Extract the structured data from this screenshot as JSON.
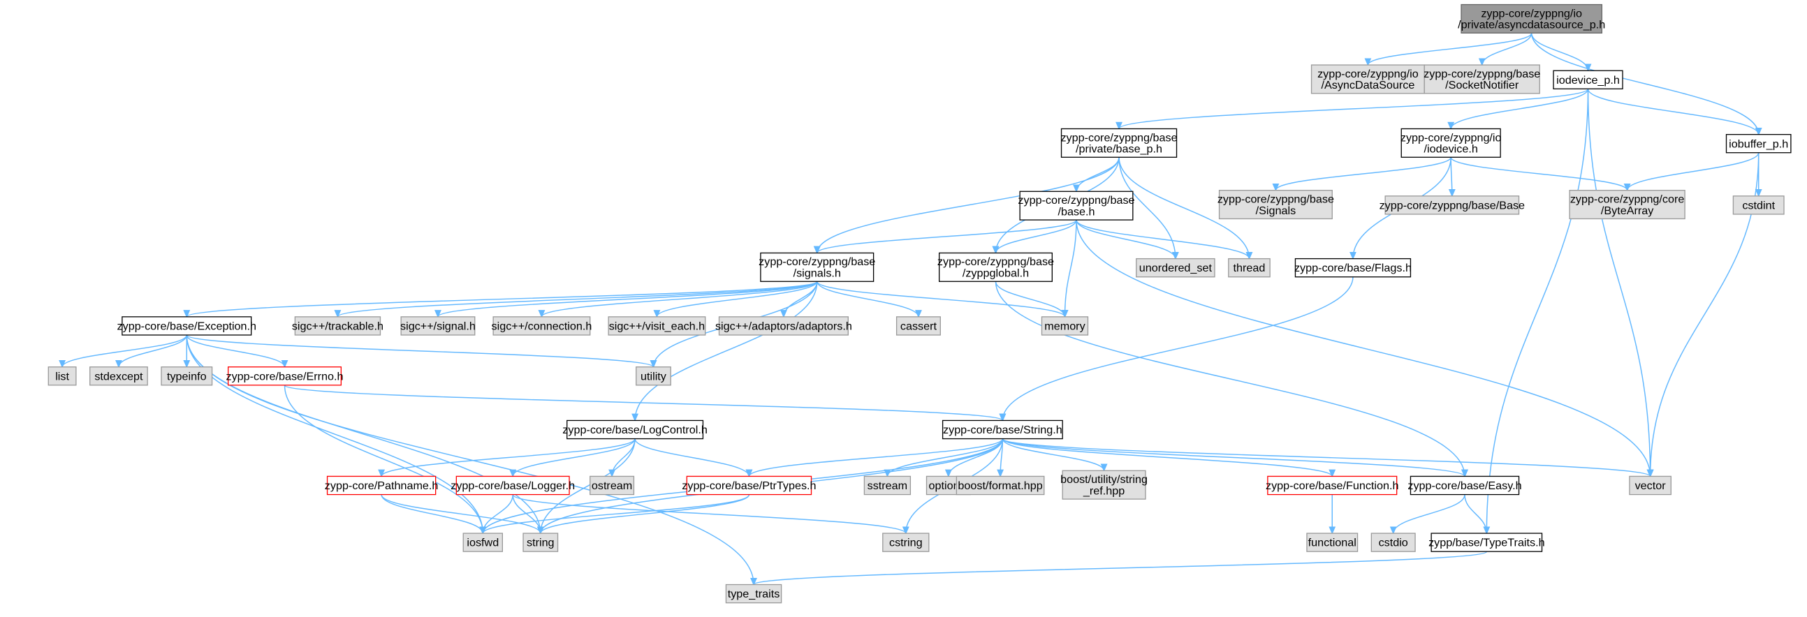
{
  "colors": {
    "edge": "#63b8ff",
    "root_fill": "#999999",
    "node_fill": "#ffffff",
    "external_fill": "#e0e0e0",
    "external_stroke": "#999999",
    "truncated_stroke": "#ff0000",
    "node_stroke": "#000000"
  },
  "nodes": [
    {
      "id": "root",
      "kind": "root",
      "lines": [
        "zypp-core/zyppng/io",
        "/private/asyncdatasource_p.h"
      ]
    },
    {
      "id": "asyncdatasource",
      "kind": "external",
      "lines": [
        "zypp-core/zyppng/io",
        "/AsyncDataSource"
      ]
    },
    {
      "id": "socketnotifier",
      "kind": "external",
      "lines": [
        "zypp-core/zyppng/base",
        "/SocketNotifier"
      ]
    },
    {
      "id": "iodevice_p",
      "kind": "node",
      "lines": [
        "iodevice_p.h"
      ]
    },
    {
      "id": "iobuffer_p",
      "kind": "node",
      "lines": [
        "iobuffer_p.h"
      ]
    },
    {
      "id": "base_p",
      "kind": "node",
      "lines": [
        "zypp-core/zyppng/base",
        "/private/base_p.h"
      ]
    },
    {
      "id": "iodevice",
      "kind": "node",
      "lines": [
        "zypp-core/zyppng/io",
        "/iodevice.h"
      ]
    },
    {
      "id": "bytearray",
      "kind": "external",
      "lines": [
        "zypp-core/zyppng/core",
        "/ByteArray"
      ]
    },
    {
      "id": "cstdint",
      "kind": "external",
      "lines": [
        "cstdint"
      ]
    },
    {
      "id": "base_h",
      "kind": "node",
      "lines": [
        "zypp-core/zyppng/base",
        "/base.h"
      ]
    },
    {
      "id": "signals_cap",
      "kind": "external",
      "lines": [
        "zypp-core/zyppng/base",
        "/Signals"
      ]
    },
    {
      "id": "base_cap",
      "kind": "external",
      "lines": [
        "zypp-core/zyppng/base/Base"
      ]
    },
    {
      "id": "signals_h",
      "kind": "node",
      "lines": [
        "zypp-core/zyppng/base",
        "/signals.h"
      ]
    },
    {
      "id": "zyppglobal",
      "kind": "node",
      "lines": [
        "zypp-core/zyppng/base",
        "/zyppglobal.h"
      ]
    },
    {
      "id": "unordered_set",
      "kind": "external",
      "lines": [
        "unordered_set"
      ]
    },
    {
      "id": "thread",
      "kind": "external",
      "lines": [
        "thread"
      ]
    },
    {
      "id": "flags",
      "kind": "node",
      "lines": [
        "zypp-core/base/Flags.h"
      ]
    },
    {
      "id": "exception",
      "kind": "node",
      "lines": [
        "zypp-core/base/Exception.h"
      ]
    },
    {
      "id": "trackable",
      "kind": "external",
      "lines": [
        "sigc++/trackable.h"
      ]
    },
    {
      "id": "signal",
      "kind": "external",
      "lines": [
        "sigc++/signal.h"
      ]
    },
    {
      "id": "connection",
      "kind": "external",
      "lines": [
        "sigc++/connection.h"
      ]
    },
    {
      "id": "visit_each",
      "kind": "external",
      "lines": [
        "sigc++/visit_each.h"
      ]
    },
    {
      "id": "adaptors",
      "kind": "external",
      "lines": [
        "sigc++/adaptors/adaptors.h"
      ]
    },
    {
      "id": "cassert",
      "kind": "external",
      "lines": [
        "cassert"
      ]
    },
    {
      "id": "memory",
      "kind": "external",
      "lines": [
        "memory"
      ]
    },
    {
      "id": "list",
      "kind": "external",
      "lines": [
        "list"
      ]
    },
    {
      "id": "stdexcept",
      "kind": "external",
      "lines": [
        "stdexcept"
      ]
    },
    {
      "id": "typeinfo",
      "kind": "external",
      "lines": [
        "typeinfo"
      ]
    },
    {
      "id": "errno",
      "kind": "truncated",
      "lines": [
        "zypp-core/base/Errno.h"
      ]
    },
    {
      "id": "utility",
      "kind": "external",
      "lines": [
        "utility"
      ]
    },
    {
      "id": "logcontrol",
      "kind": "node",
      "lines": [
        "zypp-core/base/LogControl.h"
      ]
    },
    {
      "id": "string_h",
      "kind": "node",
      "lines": [
        "zypp-core/base/String.h"
      ]
    },
    {
      "id": "pathname",
      "kind": "truncated",
      "lines": [
        "zypp-core/Pathname.h"
      ]
    },
    {
      "id": "logger",
      "kind": "truncated",
      "lines": [
        "zypp-core/base/Logger.h"
      ]
    },
    {
      "id": "ostream",
      "kind": "external",
      "lines": [
        "ostream"
      ]
    },
    {
      "id": "ptrtypes",
      "kind": "truncated",
      "lines": [
        "zypp-core/base/PtrTypes.h"
      ]
    },
    {
      "id": "sstream",
      "kind": "external",
      "lines": [
        "sstream"
      ]
    },
    {
      "id": "optional",
      "kind": "external",
      "lines": [
        "optional"
      ]
    },
    {
      "id": "boostformat",
      "kind": "external",
      "lines": [
        "boost/format.hpp"
      ]
    },
    {
      "id": "stringref",
      "kind": "external",
      "lines": [
        "boost/utility/string",
        "_ref.hpp"
      ]
    },
    {
      "id": "function",
      "kind": "truncated",
      "lines": [
        "zypp-core/base/Function.h"
      ]
    },
    {
      "id": "easy",
      "kind": "node",
      "lines": [
        "zypp-core/base/Easy.h"
      ]
    },
    {
      "id": "vector",
      "kind": "external",
      "lines": [
        "vector"
      ]
    },
    {
      "id": "iosfwd",
      "kind": "external",
      "lines": [
        "iosfwd"
      ]
    },
    {
      "id": "string",
      "kind": "external",
      "lines": [
        "string"
      ]
    },
    {
      "id": "cstring",
      "kind": "external",
      "lines": [
        "cstring"
      ]
    },
    {
      "id": "functional",
      "kind": "external",
      "lines": [
        "functional"
      ]
    },
    {
      "id": "cstdio",
      "kind": "external",
      "lines": [
        "cstdio"
      ]
    },
    {
      "id": "typetraits_h",
      "kind": "node",
      "lines": [
        "zypp/base/TypeTraits.h"
      ]
    },
    {
      "id": "type_traits",
      "kind": "external",
      "lines": [
        "type_traits"
      ]
    }
  ],
  "edges": [
    {
      "from": "root",
      "to": "asyncdatasource"
    },
    {
      "from": "root",
      "to": "socketnotifier"
    },
    {
      "from": "root",
      "to": "iodevice_p"
    },
    {
      "from": "root",
      "to": "iobuffer_p"
    },
    {
      "from": "iodevice_p",
      "to": "base_p"
    },
    {
      "from": "iodevice_p",
      "to": "iodevice"
    },
    {
      "from": "iodevice_p",
      "to": "iobuffer_p"
    },
    {
      "from": "iodevice_p",
      "to": "vector"
    },
    {
      "from": "iodevice_p",
      "to": "typetraits_h"
    },
    {
      "from": "iobuffer_p",
      "to": "bytearray"
    },
    {
      "from": "iobuffer_p",
      "to": "cstdint"
    },
    {
      "from": "iobuffer_p",
      "to": "vector"
    },
    {
      "from": "iodevice",
      "to": "signals_cap"
    },
    {
      "from": "iodevice",
      "to": "base_cap"
    },
    {
      "from": "iodevice",
      "to": "bytearray"
    },
    {
      "from": "iodevice",
      "to": "flags"
    },
    {
      "from": "base_p",
      "to": "base_h"
    },
    {
      "from": "base_p",
      "to": "signals_h"
    },
    {
      "from": "base_p",
      "to": "zyppglobal"
    },
    {
      "from": "base_p",
      "to": "unordered_set"
    },
    {
      "from": "base_p",
      "to": "thread"
    },
    {
      "from": "base_h",
      "to": "signals_h"
    },
    {
      "from": "base_h",
      "to": "zyppglobal"
    },
    {
      "from": "base_h",
      "to": "unordered_set"
    },
    {
      "from": "base_h",
      "to": "thread"
    },
    {
      "from": "base_h",
      "to": "memory"
    },
    {
      "from": "base_h",
      "to": "vector"
    },
    {
      "from": "zyppglobal",
      "to": "memory"
    },
    {
      "from": "zyppglobal",
      "to": "easy"
    },
    {
      "from": "flags",
      "to": "string_h"
    },
    {
      "from": "signals_h",
      "to": "exception"
    },
    {
      "from": "signals_h",
      "to": "trackable"
    },
    {
      "from": "signals_h",
      "to": "signal"
    },
    {
      "from": "signals_h",
      "to": "connection"
    },
    {
      "from": "signals_h",
      "to": "visit_each"
    },
    {
      "from": "signals_h",
      "to": "adaptors"
    },
    {
      "from": "signals_h",
      "to": "cassert"
    },
    {
      "from": "signals_h",
      "to": "memory"
    },
    {
      "from": "signals_h",
      "to": "utility"
    },
    {
      "from": "signals_h",
      "to": "logcontrol"
    },
    {
      "from": "exception",
      "to": "list"
    },
    {
      "from": "exception",
      "to": "stdexcept"
    },
    {
      "from": "exception",
      "to": "typeinfo"
    },
    {
      "from": "exception",
      "to": "errno"
    },
    {
      "from": "exception",
      "to": "utility"
    },
    {
      "from": "exception",
      "to": "iosfwd"
    },
    {
      "from": "exception",
      "to": "string"
    },
    {
      "from": "exception",
      "to": "type_traits"
    },
    {
      "from": "errno",
      "to": "string_h"
    },
    {
      "from": "errno",
      "to": "iosfwd"
    },
    {
      "from": "logcontrol",
      "to": "pathname"
    },
    {
      "from": "logcontrol",
      "to": "logger"
    },
    {
      "from": "logcontrol",
      "to": "ostream"
    },
    {
      "from": "logcontrol",
      "to": "ptrtypes"
    },
    {
      "from": "logcontrol",
      "to": "string"
    },
    {
      "from": "pathname",
      "to": "iosfwd"
    },
    {
      "from": "pathname",
      "to": "string"
    },
    {
      "from": "logger",
      "to": "iosfwd"
    },
    {
      "from": "logger",
      "to": "string"
    },
    {
      "from": "logger",
      "to": "cstring"
    },
    {
      "from": "ptrtypes",
      "to": "iosfwd"
    },
    {
      "from": "ptrtypes",
      "to": "string"
    },
    {
      "from": "string_h",
      "to": "ptrtypes"
    },
    {
      "from": "string_h",
      "to": "sstream"
    },
    {
      "from": "string_h",
      "to": "optional"
    },
    {
      "from": "string_h",
      "to": "boostformat"
    },
    {
      "from": "string_h",
      "to": "stringref"
    },
    {
      "from": "string_h",
      "to": "function"
    },
    {
      "from": "string_h",
      "to": "easy"
    },
    {
      "from": "string_h",
      "to": "vector"
    },
    {
      "from": "string_h",
      "to": "iosfwd"
    },
    {
      "from": "string_h",
      "to": "string"
    },
    {
      "from": "string_h",
      "to": "cstring"
    },
    {
      "from": "function",
      "to": "functional"
    },
    {
      "from": "easy",
      "to": "cstdio"
    },
    {
      "from": "easy",
      "to": "typetraits_h"
    },
    {
      "from": "typetraits_h",
      "to": "type_traits"
    }
  ]
}
